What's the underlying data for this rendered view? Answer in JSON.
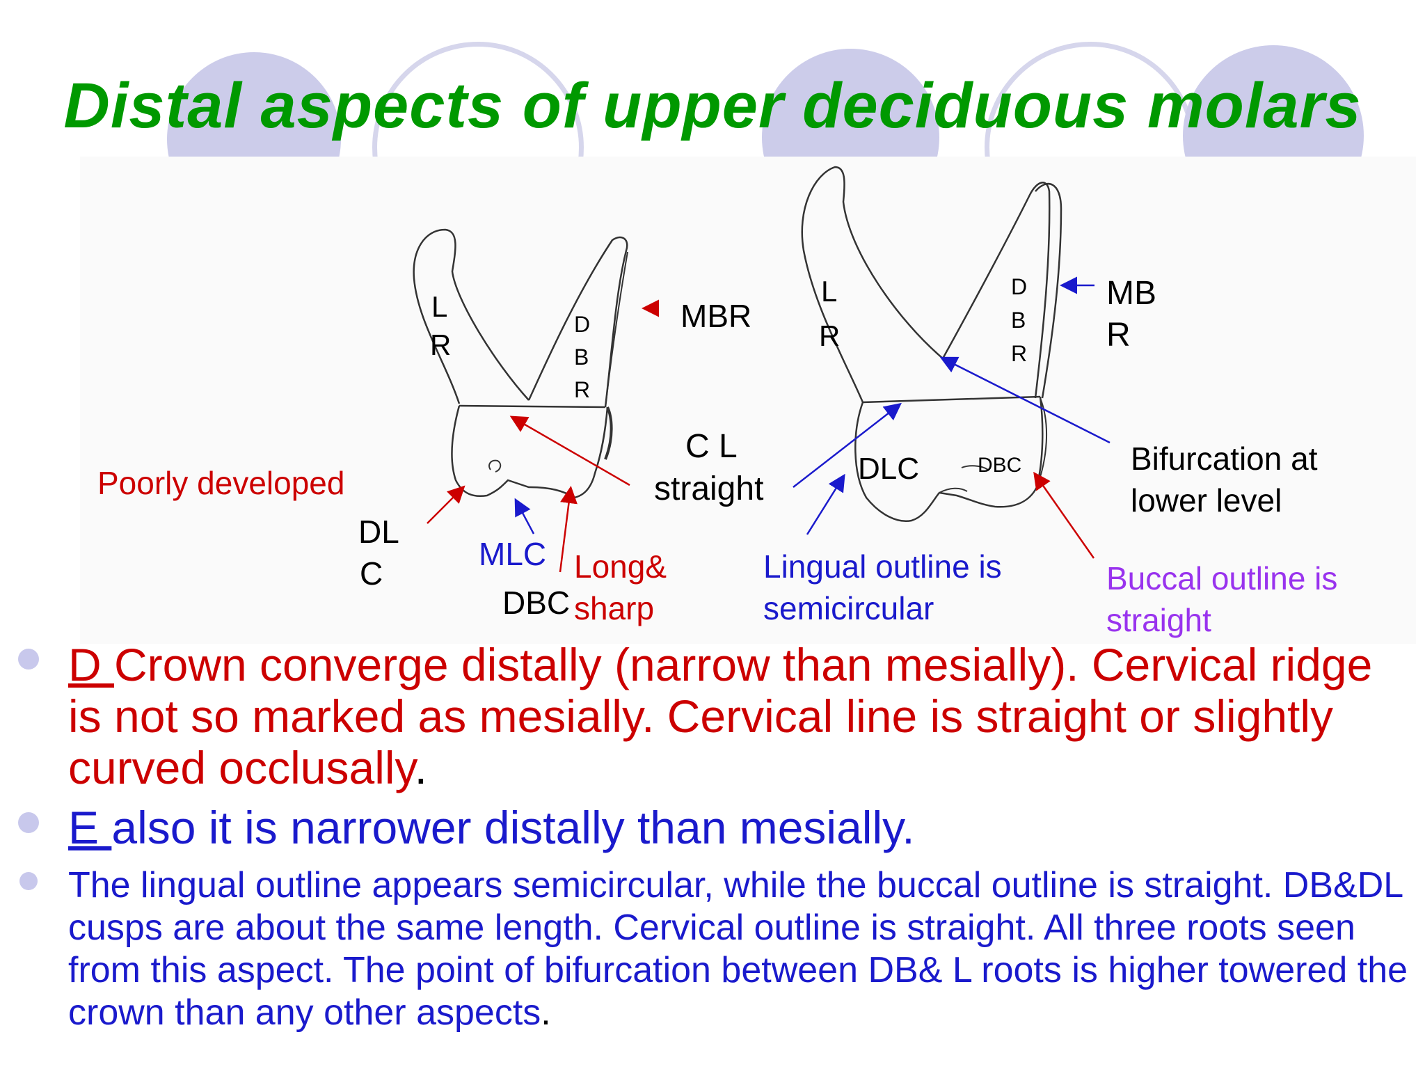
{
  "slide": {
    "title": "Distal aspects of upper deciduous molars"
  },
  "figure": {
    "left_tooth": {
      "root_label_LR_1": "L",
      "root_label_LR_2": "R",
      "root_label_DBR_1": "D",
      "root_label_DBR_2": "B",
      "root_label_DBR_3": "R",
      "mbr": "MBR",
      "poorly_developed": "Poorly developed",
      "dlc_1": "DL",
      "dlc_2": "C",
      "mlc": "MLC",
      "dbc": "DBC",
      "long_sharp_1": "Long&",
      "long_sharp_2": "sharp"
    },
    "middle": {
      "cl_1": "C L",
      "cl_2": "straight"
    },
    "right_tooth": {
      "root_label_LR_1": "L",
      "root_label_LR_2": "R",
      "root_label_DBR_1": "D",
      "root_label_DBR_2": "B",
      "root_label_DBR_3": "R",
      "mbr_1": "MB",
      "mbr_2": "R",
      "dlc": "DLC",
      "dbc": "DBC",
      "bifurcation_1": "Bifurcation at",
      "bifurcation_2": "lower level",
      "lingual_1": "Lingual outline is",
      "lingual_2": "semicircular",
      "buccal_1": "Buccal outline is",
      "buccal_2": "straight"
    },
    "colors": {
      "red_label": "#cc0000",
      "blue_label": "#1a1acc",
      "purple_label": "#9933ee",
      "title_green": "#009900"
    }
  },
  "bullets": {
    "b1_prefix": "D ",
    "b1_text": "Crown converge distally (narrow than mesially). Cervical ridge is not so marked as mesially. Cervical line is straight or slightly curved occlusally",
    "b1_end": ".",
    "b2_prefix": "E ",
    "b2_text": " also it is narrower distally than mesially.",
    "b3_text": "The lingual outline appears semicircular, while the buccal outline is straight. DB&DL cusps are about the same length.  Cervical outline is straight. All three roots seen from this aspect. The point of bifurcation between DB& L roots is higher towered the crown than any other aspects",
    "b3_end": "."
  }
}
